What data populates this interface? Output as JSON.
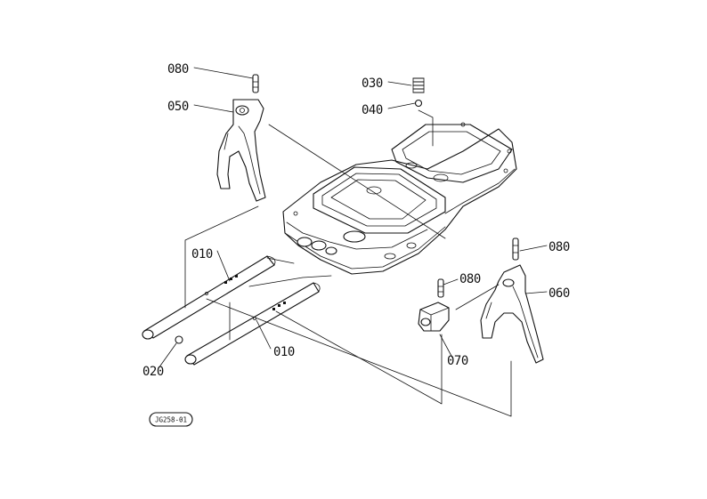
{
  "diagram": {
    "callouts": [
      {
        "id": "080-top",
        "text": "080"
      },
      {
        "id": "050",
        "text": "050"
      },
      {
        "id": "030",
        "text": "030"
      },
      {
        "id": "040",
        "text": "040"
      },
      {
        "id": "010-upper",
        "text": "010"
      },
      {
        "id": "010-lower",
        "text": "010"
      },
      {
        "id": "020",
        "text": "020"
      },
      {
        "id": "080-mid",
        "text": "080"
      },
      {
        "id": "080-right",
        "text": "080"
      },
      {
        "id": "060",
        "text": "060"
      },
      {
        "id": "070",
        "text": "070"
      }
    ],
    "reference_code": "JG258-01"
  }
}
